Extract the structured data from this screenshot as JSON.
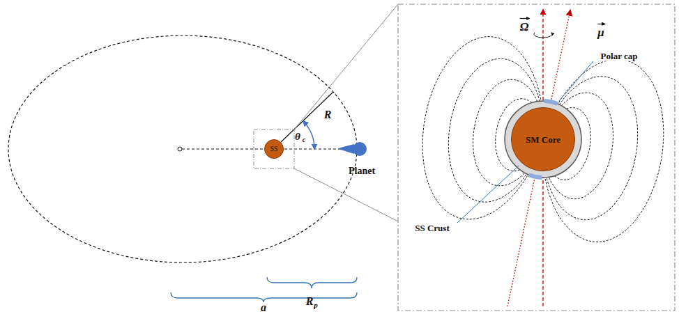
{
  "diagram": {
    "nodes": [
      {
        "text": [
          "SS"
        ]
      },
      {
        "text": [
          "SM Core"
        ]
      }
    ],
    "labels": [
      "R",
      "θ",
      "c",
      "Planet",
      "R",
      "p",
      "a",
      "Ω",
      "μ",
      "Polar cap",
      "SS Crust"
    ]
  }
}
